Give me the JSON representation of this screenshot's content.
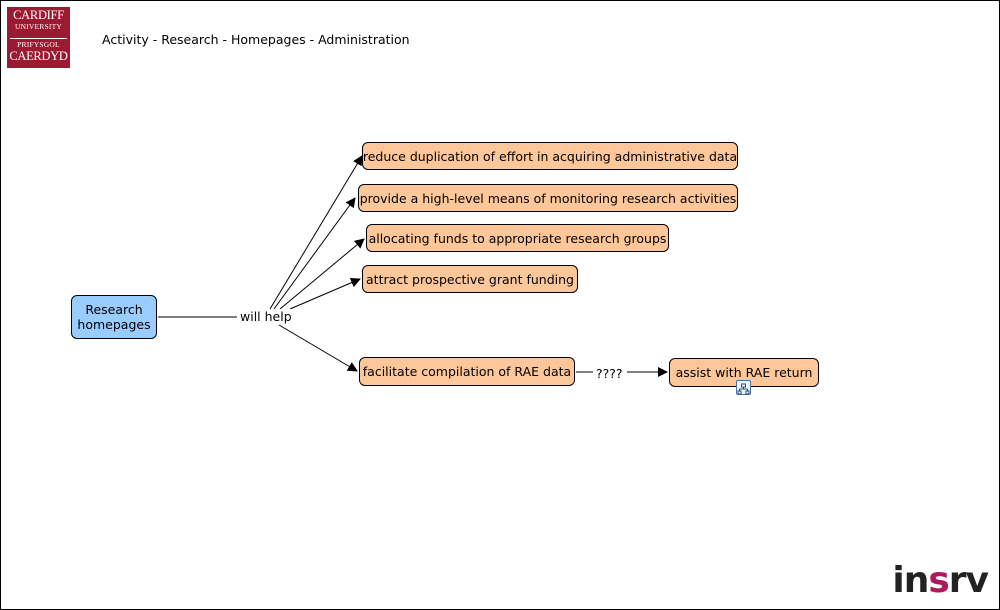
{
  "logo": {
    "line1": "CARDIFF",
    "line2": "UNIVERSITY",
    "line3": "PRIFYSGOL",
    "line4": "CAERDYD"
  },
  "breadcrumb": "Activity - Research - Homepages - Administration",
  "map": {
    "root": "Research homepages",
    "link_main": "will help",
    "targets": [
      "reduce duplication of effort in acquiring administrative data",
      "provide a high-level means of monitoring research activities",
      "allocating funds to appropriate research groups",
      "attract prospective grant funding",
      "facilitate compilation of RAE data"
    ],
    "link_secondary": "????",
    "final": "assist with RAE return",
    "final_icon": "concept-map-link-icon"
  },
  "brand": {
    "part1": "in",
    "part2": "s",
    "part3": "rv"
  }
}
